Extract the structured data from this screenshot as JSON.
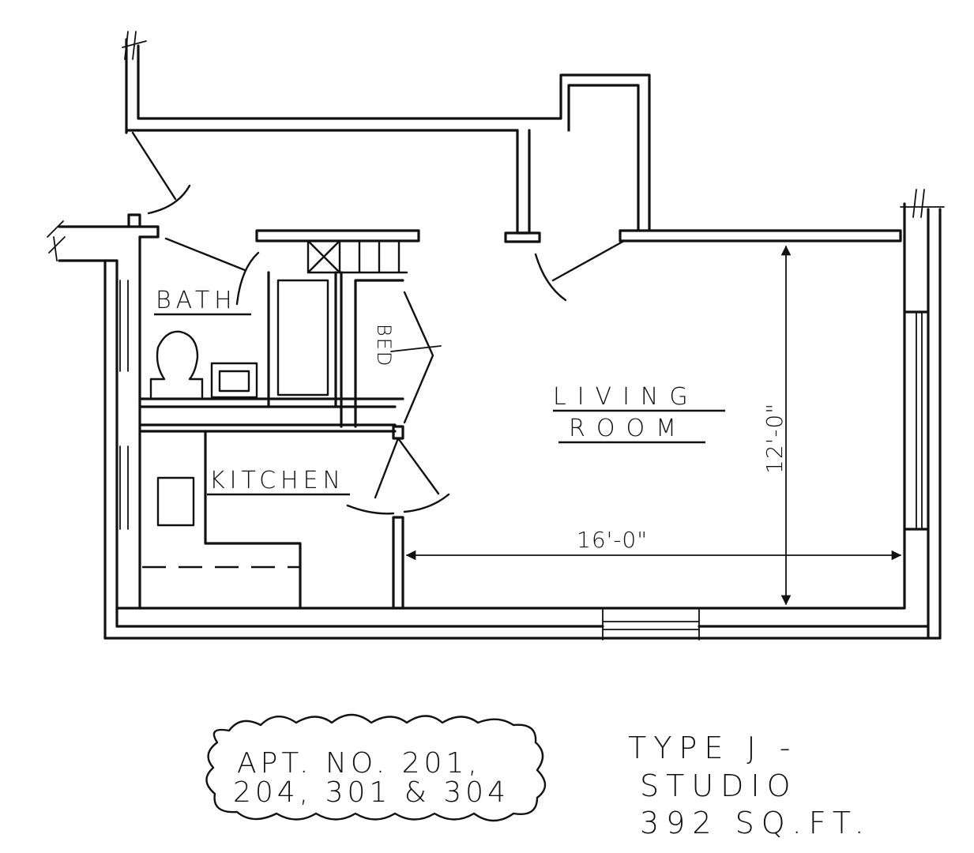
{
  "plan": {
    "rooms": {
      "bath": "BATH",
      "bed": "BED",
      "kitchen": "KITCHEN",
      "living_line1": "LIVING",
      "living_line2": "ROOM"
    },
    "dimensions": {
      "width": "16'-0\"",
      "depth": "12'-0\""
    },
    "apartment_note": {
      "line1": "APT. NO. 201,",
      "line2": "204, 301 & 304"
    },
    "unit_type": {
      "line1": "TYPE J -",
      "line2": "STUDIO",
      "line3": "392 SQ.FT."
    }
  }
}
